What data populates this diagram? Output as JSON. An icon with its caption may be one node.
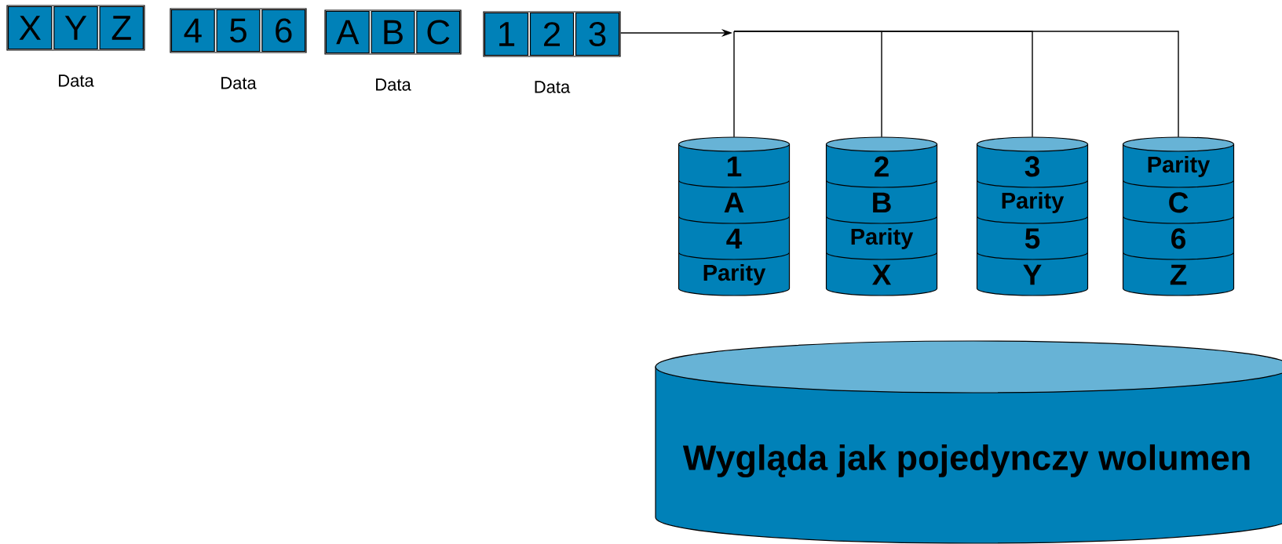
{
  "diagram": {
    "nodes": [
      {
        "text": [],
        "shape": "box",
        "beside": [
          "Data"
        ]
      },
      {
        "text": [
          "X"
        ],
        "in": 0
      },
      {
        "text": [
          "Y"
        ],
        "in": 0
      },
      {
        "text": [
          "Z"
        ],
        "in": 0
      },
      {
        "text": [],
        "shape": "box",
        "beside": [
          "Data"
        ]
      },
      {
        "text": [
          "4"
        ],
        "in": 4
      },
      {
        "text": [
          "5"
        ],
        "in": 4
      },
      {
        "text": [
          "6"
        ],
        "in": 4
      },
      {
        "text": [],
        "shape": "box",
        "beside": [
          "Data"
        ]
      },
      {
        "text": [
          "A"
        ],
        "in": 8
      },
      {
        "text": [
          "B"
        ],
        "in": 8
      },
      {
        "text": [
          "C"
        ],
        "in": 8
      },
      {
        "text": [],
        "shape": "box",
        "beside": [
          "Data"
        ]
      },
      {
        "text": [
          "1"
        ],
        "in": 12
      },
      {
        "text": [
          "2"
        ],
        "in": 12
      },
      {
        "text": [
          "3"
        ],
        "in": 12
      },
      {
        "text": [
          "1",
          "A",
          "4",
          "Parity"
        ]
      },
      {
        "text": [
          "2",
          "B",
          "Parity",
          "X"
        ]
      },
      {
        "text": [
          "3",
          "Parity",
          "5",
          "Y"
        ]
      },
      {
        "text": [
          "Parity",
          "C",
          "6",
          "Z"
        ]
      },
      {
        "text": [
          "Wygląda jak pojedynczy wolumen"
        ]
      }
    ],
    "edges": [
      {
        "from": 12,
        "to": null,
        "arrow": "to"
      },
      {
        "from": null,
        "to": 16,
        "arrow": "none"
      },
      {
        "from": null,
        "to": 17,
        "arrow": "none"
      },
      {
        "from": null,
        "to": 18,
        "arrow": "none"
      },
      {
        "from": null,
        "to": 19,
        "arrow": "none"
      }
    ]
  }
}
